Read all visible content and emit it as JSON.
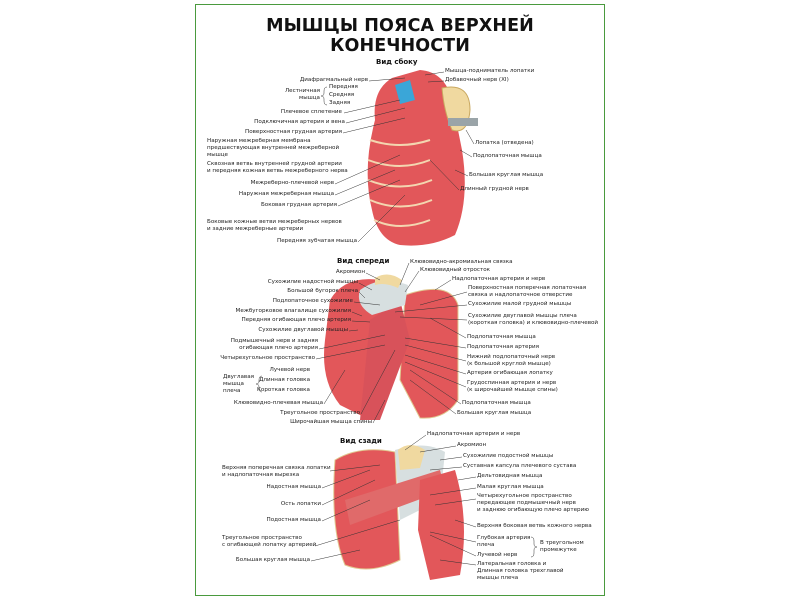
{
  "title": "МЫШЦЫ ПОЯСА ВЕРХНЕЙ КОНЕЧНОСТИ",
  "colors": {
    "frame": "#4a9a3e",
    "muscle": "#e2575a",
    "bone": "#f0d9a0",
    "tendon": "#d7dfe0"
  },
  "side_view": {
    "heading": "Вид сбоку",
    "labels": [
      "Диафрагмальный нерв",
      "Лестничная\nмышца",
      "Передняя",
      "Средняя",
      "Задняя",
      "Плечевое сплетение",
      "Подключичная артерия и вена",
      "Поверхностная грудная артерия",
      "Наружная межреберная мембрана\nпредшествующая внутренней межреберной\nмышце",
      "Сквозная ветвь внутренней грудной артерии\nи передняя кожная ветвь межреберного нерва",
      "Межреберно-плечевой нерв",
      "Наружная межреберная мышца",
      "Боковая грудная артерия",
      "Боковые кожные ветви межреберных нервов\nи задние межреберные артерии",
      "Передняя зубчатая мышца",
      "Мышца-подниматель лопатки",
      "Добавочный нерв (XI)",
      "Лопатка (отведена)",
      "Подлопаточная мышца",
      "Большая круглая мышца",
      "Длинный грудной нерв"
    ]
  },
  "front_view": {
    "heading": "Вид спереди",
    "labels": [
      "Акромион",
      "Сухожилие надостной мышцы",
      "Большой бугорок плеча",
      "Подлопаточное сухожилие",
      "Межбугорковое влагалище сухожилия",
      "Передняя огибающая плечо артерия",
      "Сухожилие двуглавой мышцы",
      "Подмышечный нерв и задняя\nогибающая плечо артерия",
      "Четырехугольное пространство",
      "Лучевой нерв",
      "Двуглавая\nмышца\nплеча",
      "Длинная головка",
      "Короткая головка",
      "Клювовидно-плечевая мышца",
      "Треугольное пространство",
      "Широчайшая мышца спины",
      "Клювовидно-акромиальная связка",
      "Клювовидный отросток",
      "Надлопаточная артерия и нерв",
      "Поверхностная поперечная лопаточная\nсвязка и надлопаточное отверстие",
      "Сухожилие малой грудной мышцы",
      "Сухожилие двуглавой мышцы плеча\n(короткая головка) и клювовидно-плечевой",
      "Подлопаточная мышца",
      "Подлопаточная артерия",
      "Нижний подлопаточный нерв\n(к большой круглой мышце)",
      "Артерия огибающая лопатку",
      "Грудоспинная артерия и нерв\n(к широчайшей мышце спины)",
      "Подлопаточная мышца",
      "Большая круглая мышца"
    ]
  },
  "back_view": {
    "heading": "Вид сзади",
    "labels": [
      "Надлопаточная артерия и нерв",
      "Акромион",
      "Сухожилие подостной мышцы",
      "Суставная капсула плечевого сустава",
      "Дельтовидная мышца",
      "Малая круглая мышца",
      "Четырехугольное пространство\nпередающее подмышечный нерв\nи заднюю огибающую плечо артерию",
      "Верхняя боковая ветвь кожного нерва",
      "Глубокая артерия\nплеча",
      "Лучевой нерв",
      "В треугольном\nпромежутке",
      "Латеральная головка и",
      "Длинная головка трехглавой\nмышцы плеча",
      "Верхняя поперечная связка лопатки\nи надлопаточная вырезка",
      "Надостная мышца",
      "Ость лопатки",
      "Подостная мышца",
      "Треугольное пространство\nс огибающей лопатку артерией",
      "Большая круглая мышца"
    ]
  }
}
